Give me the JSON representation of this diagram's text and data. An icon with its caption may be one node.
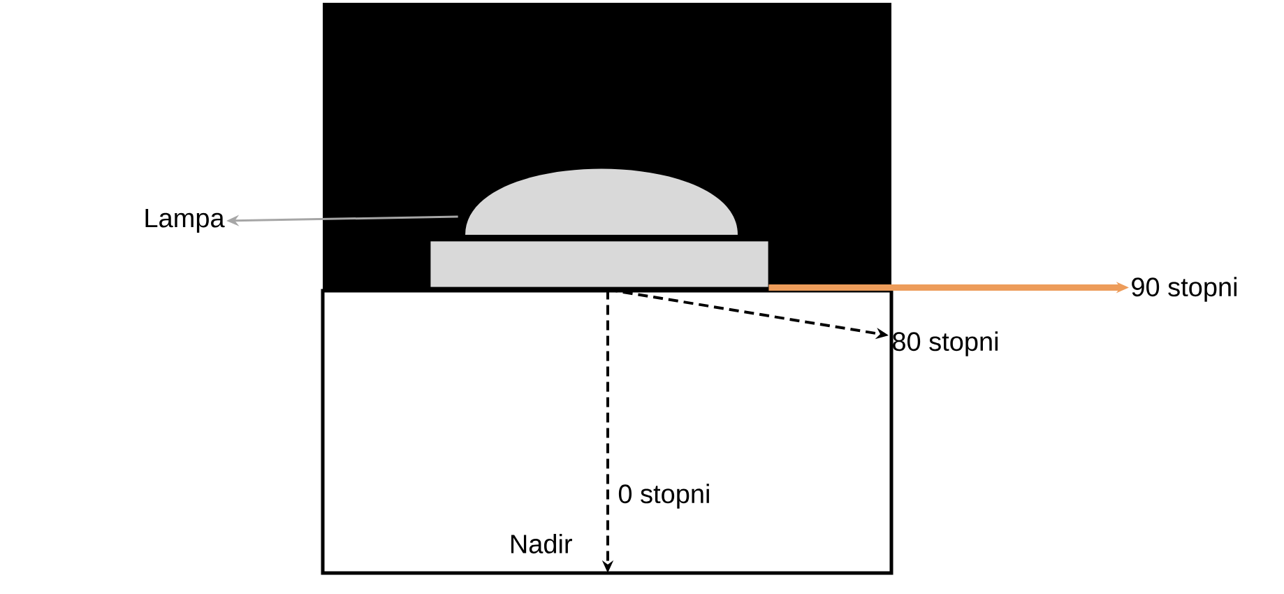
{
  "diagram": {
    "nodes": [
      {
        "text": [
          "Lampa"
        ]
      },
      {
        "text": [],
        "shape": "dome"
      },
      {
        "text": [],
        "shape": "box"
      },
      {
        "text": [
          "90 stopni"
        ]
      },
      {
        "text": [
          "80 stopni"
        ]
      },
      {
        "text": [
          "Nadir"
        ]
      }
    ],
    "edges": [
      {
        "from": 1,
        "to": 0,
        "arrow": "to",
        "color": "#a6a6a6"
      },
      {
        "from": 2,
        "to": 3,
        "arrow": "to",
        "style": "thick",
        "color": "#ed9c5a"
      },
      {
        "from": 2,
        "to": 4,
        "arrow": "to",
        "style": "dashed"
      },
      {
        "from": 2,
        "to": 5,
        "arrow": "to",
        "style": "dashed",
        "label": "0 stopni"
      }
    ]
  }
}
